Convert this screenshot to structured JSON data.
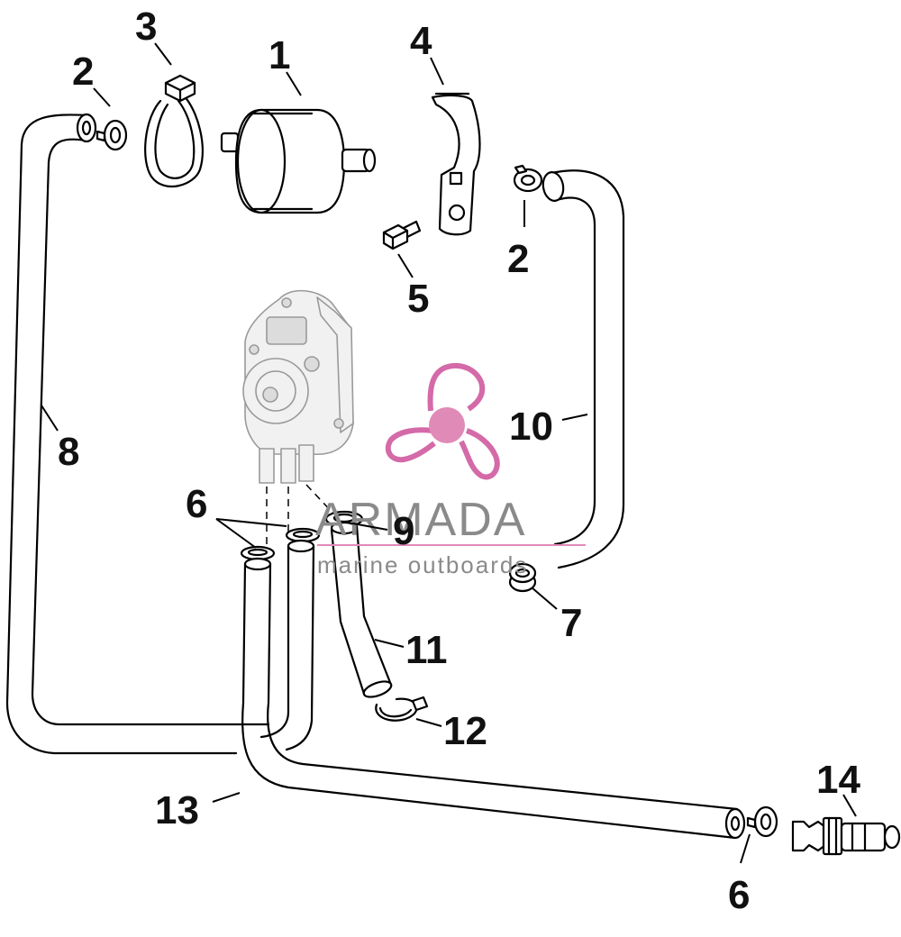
{
  "diagram": {
    "callouts": [
      {
        "id": "c1",
        "label": "1"
      },
      {
        "id": "c2a",
        "label": "2"
      },
      {
        "id": "c2b",
        "label": "2"
      },
      {
        "id": "c3",
        "label": "3"
      },
      {
        "id": "c4",
        "label": "4"
      },
      {
        "id": "c5",
        "label": "5"
      },
      {
        "id": "c6a",
        "label": "6"
      },
      {
        "id": "c6b",
        "label": "6"
      },
      {
        "id": "c7",
        "label": "7"
      },
      {
        "id": "c8",
        "label": "8"
      },
      {
        "id": "c9",
        "label": "9"
      },
      {
        "id": "c10",
        "label": "10"
      },
      {
        "id": "c11",
        "label": "11"
      },
      {
        "id": "c12",
        "label": "12"
      },
      {
        "id": "c13",
        "label": "13"
      },
      {
        "id": "c14",
        "label": "14"
      }
    ]
  },
  "watermark": {
    "name": "ARMADA",
    "tagline": "marine outboards",
    "logo_color": "#e08ab8",
    "logo_outline_color": "#d46aa8",
    "underline_color": "#e08ab8"
  }
}
